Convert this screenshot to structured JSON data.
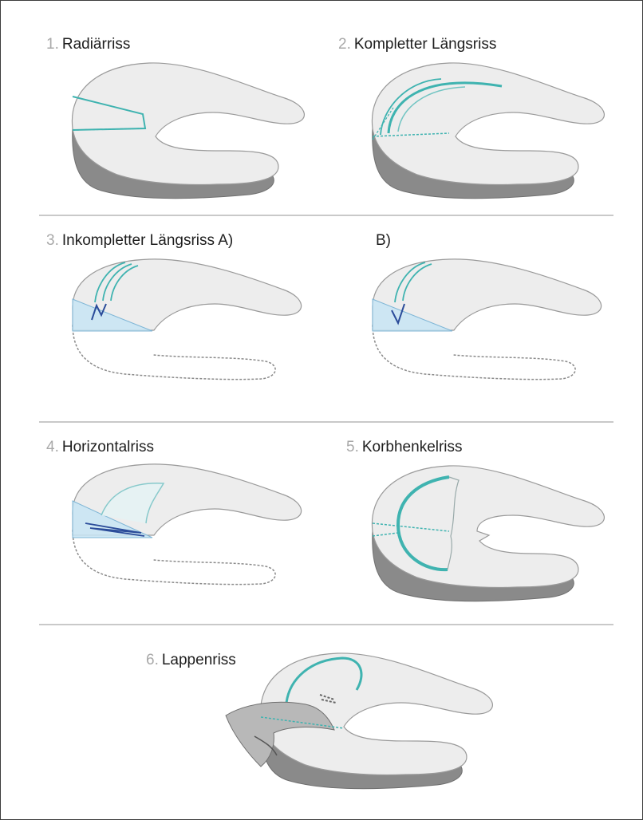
{
  "figure": {
    "items": [
      {
        "number": "1.",
        "name": "Radiärriss"
      },
      {
        "number": "2.",
        "name": "Kompletter Längsriss"
      },
      {
        "number": "3.",
        "name": "Inkompletter Längsriss A)"
      },
      {
        "number": "",
        "name": "B)"
      },
      {
        "number": "4.",
        "name": "Horizontalriss"
      },
      {
        "number": "5.",
        "name": "Korbhenkelriss"
      },
      {
        "number": "6.",
        "name": "Lappenriss"
      }
    ]
  },
  "colors": {
    "meniscus_light": "#ededed",
    "meniscus_dark": "#8a8a8a",
    "tear_teal": "#3fb3b0",
    "tear_blue": "#2b4c9a",
    "section_fill": "#c7e4f3",
    "divider": "#c9c9c9"
  }
}
